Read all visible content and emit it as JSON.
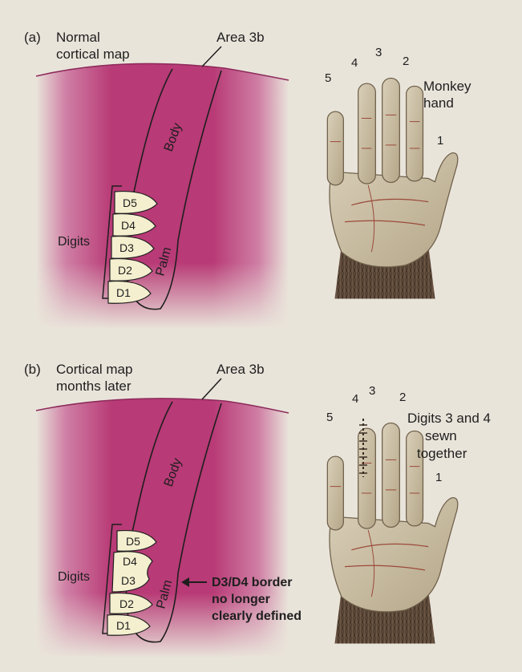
{
  "panel_a": {
    "letter": "(a)",
    "title_line1": "Normal",
    "title_line2": "cortical map",
    "area_label": "Area 3b",
    "body_label": "Body",
    "palm_label": "Palm",
    "digits_label": "Digits",
    "digits": [
      "D5",
      "D4",
      "D3",
      "D2",
      "D1"
    ],
    "hand_caption_line1": "Monkey",
    "hand_caption_line2": "hand",
    "finger_numbers": [
      "5",
      "4",
      "3",
      "2",
      "1"
    ]
  },
  "panel_b": {
    "letter": "(b)",
    "title_line1": "Cortical map",
    "title_line2": "months later",
    "area_label": "Area 3b",
    "body_label": "Body",
    "palm_label": "Palm",
    "digits_label": "Digits",
    "digits": [
      "D5",
      "D4",
      "D3",
      "D2",
      "D1"
    ],
    "border_note_line1": "D3/D4 border",
    "border_note_line2": "no longer",
    "border_note_line3": "clearly defined",
    "hand_caption_line1": "Digits 3 and 4",
    "hand_caption_line2": "sewn",
    "hand_caption_line3": "together",
    "finger_numbers": [
      "5",
      "4",
      "3",
      "2",
      "1"
    ]
  },
  "colors": {
    "cortex": "#b83a76",
    "page": "#e9e4da",
    "digit_fill": "#f4efcf",
    "hand_skin": "#cbbfa6",
    "fur": "#5a4636"
  }
}
